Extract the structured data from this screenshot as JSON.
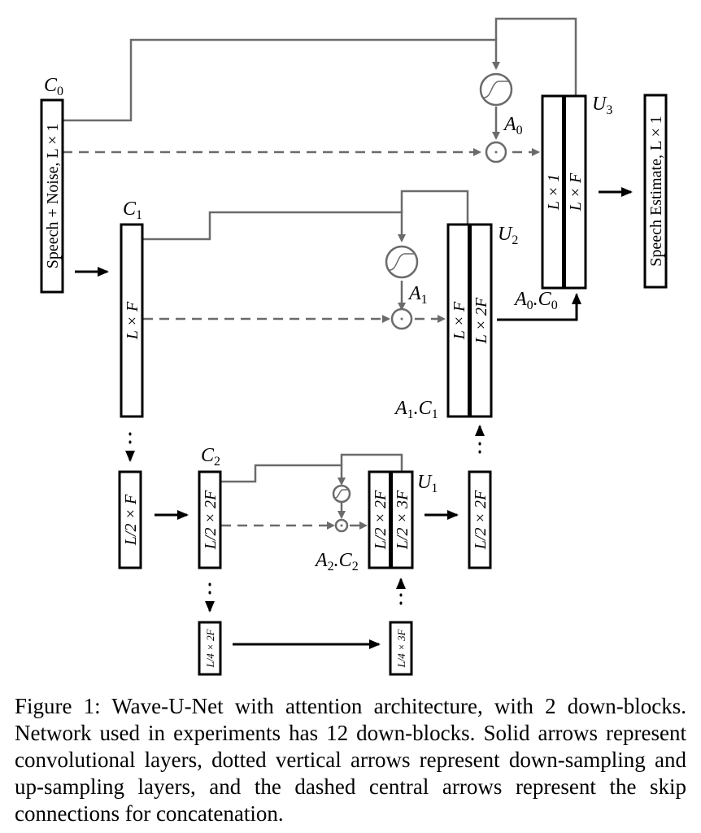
{
  "figure": {
    "title": "Wave-U-Net with attention architecture",
    "labels": {
      "c0": "C",
      "c0_sub": "0",
      "c1": "C",
      "c1_sub": "1",
      "c2": "C",
      "c2_sub": "2",
      "u1": "U",
      "u1_sub": "1",
      "u2": "U",
      "u2_sub": "2",
      "u3": "U",
      "u3_sub": "3",
      "a0": "A",
      "a0_sub": "0",
      "a1": "A",
      "a1_sub": "1",
      "a0c0": "A",
      "a0c0_sub": "0",
      "a0c0_dot": ".C",
      "a0c0_sub2": "0",
      "a1c1": "A",
      "a1c1_sub": "1",
      "a1c1_dot": ".C",
      "a1c1_sub2": "1",
      "a2c2": "A",
      "a2c2_sub": "2",
      "a2c2_dot": ".C",
      "a2c2_sub2": "2"
    },
    "blocks": {
      "input": "Speech + Noise, L × 1",
      "c1": "L × F",
      "down_l2": "L/2 × F",
      "c2": "L/2 × 2F",
      "bottom_left": "L/4 × 2F",
      "bottom_right": "L/4 × 3F",
      "u1_left": "L/2 × 2F",
      "u1_right": "L/2 × 3F",
      "up_l2": "L/2 × 2F",
      "u2_left": "L × F",
      "u2_right": "L × 2F",
      "u3_left": "L × 1",
      "u3_right": "L × F",
      "output": "Speech Estimate, L × 1"
    },
    "icons": {
      "sigmoid": "sigmoid-gate",
      "hadamard": "elementwise-product"
    }
  },
  "caption": "Figure 1:  Wave-U-Net with attention architecture, with 2 down-blocks.  Network used in experiments has 12 down-blocks. Solid arrows represent convolutional layers, dotted vertical arrows represent down-sampling and up-sampling layers, and the dashed central arrows represent the skip connections for concatenation."
}
